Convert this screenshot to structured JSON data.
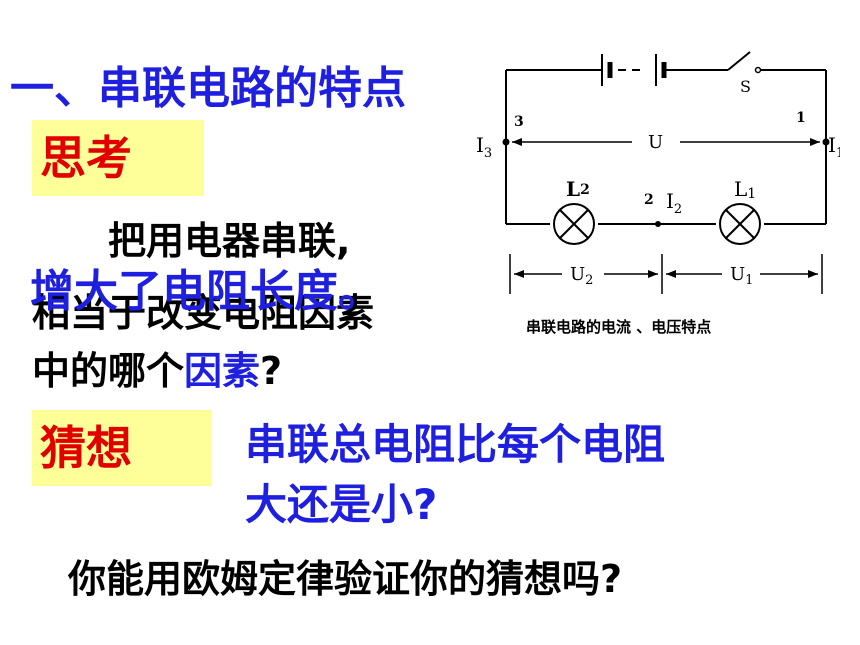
{
  "title": "一、串联电路的特点",
  "think": {
    "label": "思考"
  },
  "paragraph": {
    "line1": "把用电器串联,",
    "line2": "相当于改变电阻因素",
    "line3_prefix": "中的哪个",
    "line3_highlight": "因素",
    "line3_suffix": "?"
  },
  "answer": "增大了电阻长度。",
  "guess": {
    "label": "猜想",
    "line1": "串联总电阻比每个电阻",
    "line2": "大还是小?"
  },
  "question": "你能用欧姆定律验证你的猜想吗?",
  "diagram": {
    "switch_label": "S",
    "point_3": "3",
    "point_1": "1",
    "point_2": "2",
    "current_i3": "I",
    "current_i3_sub": "3",
    "current_i1": "I",
    "current_i1_sub": "1",
    "current_i2": "I",
    "current_i2_sub": "2",
    "voltage_u": "U",
    "lamp_l2": "L",
    "lamp_l2_sub": "2",
    "lamp_l1": "L",
    "lamp_l1_sub": "1",
    "voltage_u2": "U",
    "voltage_u2_sub": "2",
    "voltage_u1": "U",
    "voltage_u1_sub": "1",
    "caption": "串联电路的电流 、电压特点"
  }
}
